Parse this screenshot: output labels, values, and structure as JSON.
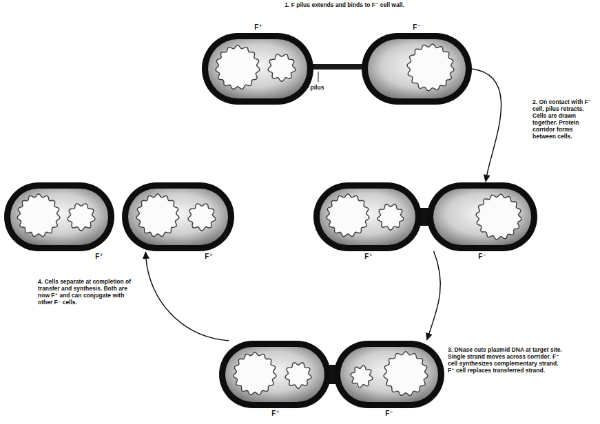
{
  "diagram": {
    "nodes": [
      {
        "text": [
          "F⁺"
        ]
      },
      {
        "text": [
          "F⁻"
        ]
      },
      {
        "text": [
          "F⁺"
        ]
      },
      {
        "text": [
          "F⁻"
        ]
      },
      {
        "text": [
          "F⁺"
        ]
      },
      {
        "text": [
          "F⁻"
        ]
      },
      {
        "text": [
          "F⁺"
        ]
      },
      {
        "text": [
          "F⁺"
        ]
      }
    ],
    "edges": [
      {
        "from": 1,
        "to": 3,
        "arrow": "to"
      },
      {
        "from": 3,
        "to": 5,
        "arrow": "to"
      },
      {
        "from": 4,
        "to": 7,
        "arrow": "to"
      }
    ],
    "labels": [
      "1. F pilus extends and binds to F⁻ cell wall.",
      "F pilus",
      "2. On contact with F⁻ cell, pilus retracts. Cells are drawn together. Protein corridor forms between cells.",
      "3. DNase cuts plasmid DNA at target site. Single strand moves across corridor. F⁻ cell synthesizes complementary strand. F⁺ cell replaces transferred strand.",
      "4. Cells separate at completion of transfer and synthesis. Both are now F⁺ and can conjugate with other F⁻ cells."
    ]
  }
}
